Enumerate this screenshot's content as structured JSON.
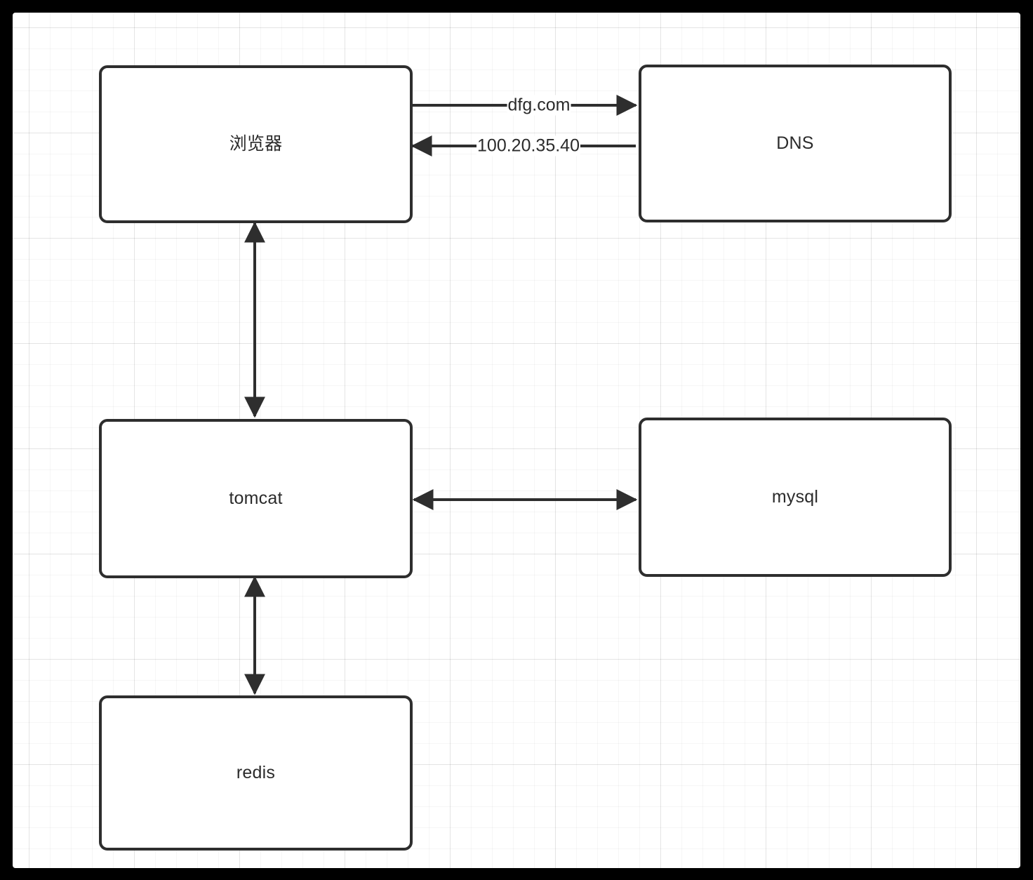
{
  "canvas": {
    "background_color": "#ffffff",
    "outer_border_color": "#000000",
    "grid_minor_color": "#f0f0f0",
    "grid_major_color": "#e3e3e3",
    "stroke_color": "#2e2e2e"
  },
  "nodes": [
    {
      "id": "browser",
      "label": "浏览器"
    },
    {
      "id": "dns",
      "label": "DNS"
    },
    {
      "id": "tomcat",
      "label": "tomcat"
    },
    {
      "id": "mysql",
      "label": "mysql"
    },
    {
      "id": "redis",
      "label": "redis"
    }
  ],
  "edges": [
    {
      "id": "browser-dns-request",
      "from": "browser",
      "to": "dns",
      "label": "dfg.com",
      "direction": "forward"
    },
    {
      "id": "dns-browser-response",
      "from": "dns",
      "to": "browser",
      "label": "100.20.35.40",
      "direction": "forward"
    },
    {
      "id": "browser-tomcat",
      "from": "browser",
      "to": "tomcat",
      "label": "",
      "direction": "both"
    },
    {
      "id": "tomcat-mysql",
      "from": "tomcat",
      "to": "mysql",
      "label": "",
      "direction": "both"
    },
    {
      "id": "tomcat-redis",
      "from": "tomcat",
      "to": "redis",
      "label": "",
      "direction": "both"
    }
  ]
}
